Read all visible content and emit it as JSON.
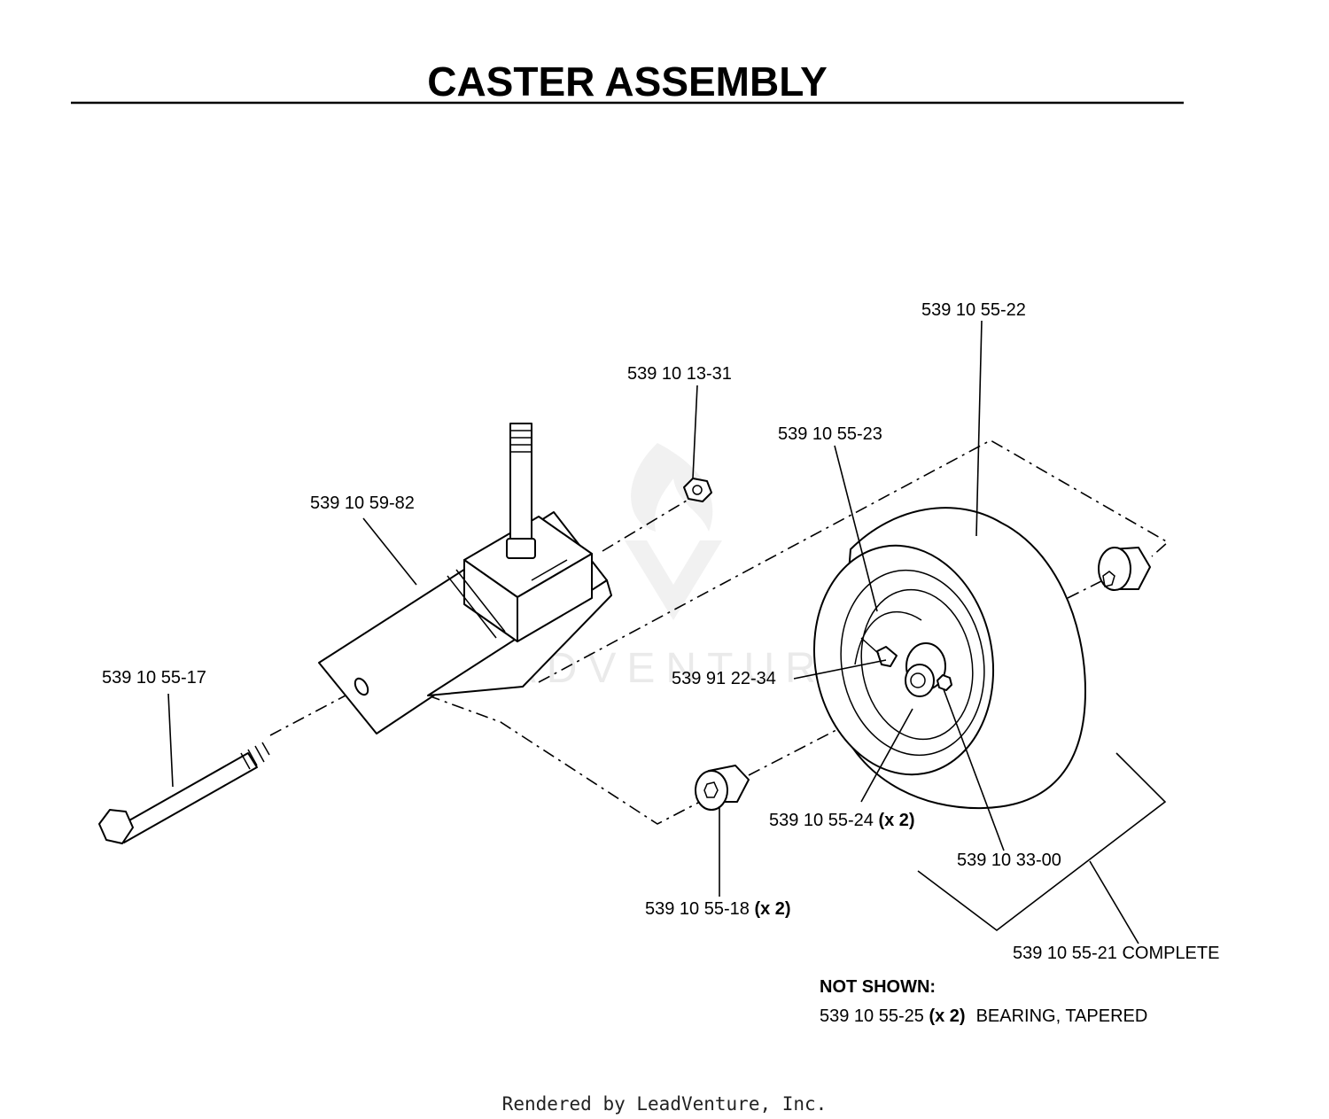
{
  "title": "CASTER ASSEMBLY",
  "watermark": "LEADVENTURE",
  "parts": {
    "axle_bolt": "539 10 55-17",
    "fork": "539 10 59-82",
    "nut_top": "539 10 13-31",
    "tire": "539 10 55-22",
    "rim": "539 10 55-23",
    "grease_fitting": "539 91 22-34",
    "bearing": "539 10 55-24",
    "bearing_qty": "(x 2)",
    "set_screw": "539 10 33-00",
    "spacer": "539 10 55-18",
    "spacer_qty": "(x 2)",
    "complete": "539 10 55-21 COMPLETE"
  },
  "not_shown": {
    "heading": "NOT SHOWN:",
    "part": "539 10 55-25",
    "qty": "(x 2)",
    "description": "BEARING, TAPERED"
  },
  "footer": "Rendered by LeadVenture, Inc."
}
